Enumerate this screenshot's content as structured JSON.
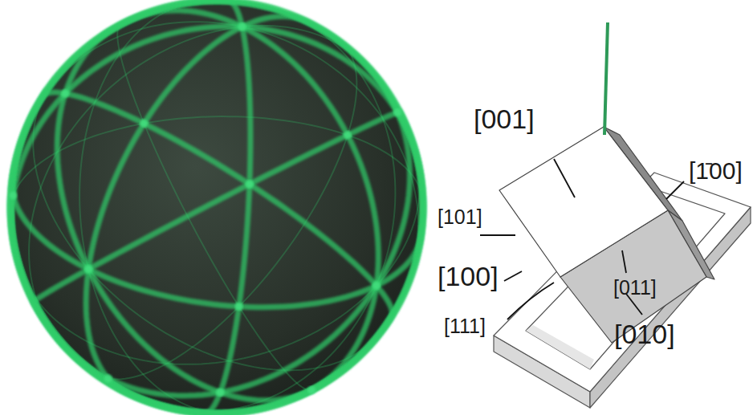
{
  "diagram": {
    "labels": [
      "[001]",
      "[1̄00]",
      "[101]",
      "[100]",
      "[011]",
      "[111]",
      "[010]"
    ]
  }
}
